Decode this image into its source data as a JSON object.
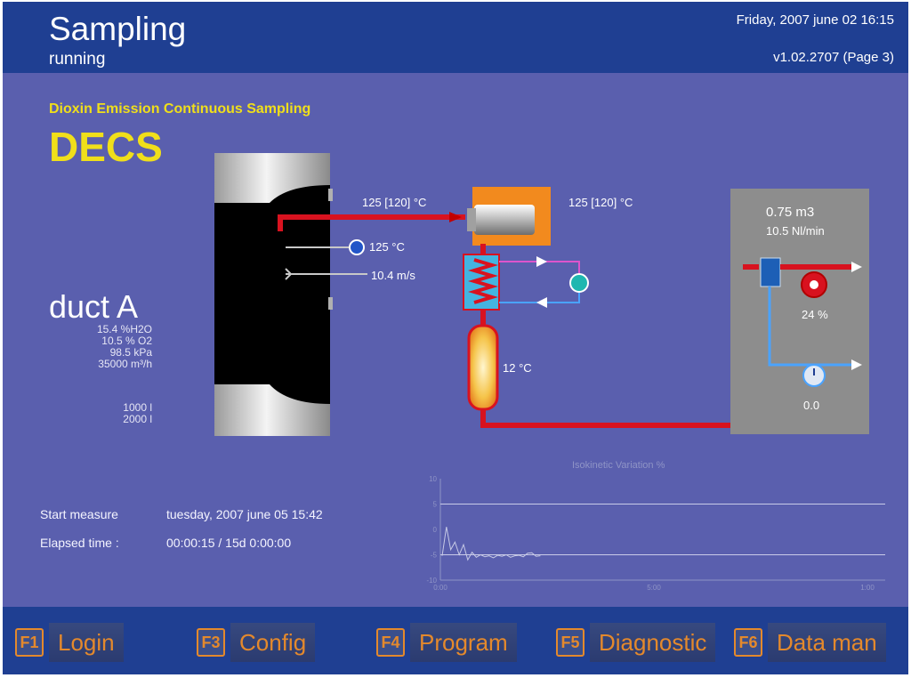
{
  "header": {
    "title": "Sampling",
    "status": "running",
    "datetime": "Friday, 2007 june 02  16:15",
    "version": "v1.02.2707  (Page 3)"
  },
  "brand": {
    "subtitle": "Dioxin Emission Continuous Sampling",
    "name": "DECS"
  },
  "duct": {
    "name": "duct A",
    "humidity": "15.4 %H2O",
    "oxygen": "10.5  % O2",
    "pressure": "98.5  kPa",
    "flow": "35000 m³/h",
    "vol1": "1000 l",
    "vol2": "2000 l"
  },
  "diagram": {
    "probe_temp": "125  [120] °C",
    "filter_temp": "125  [120] °C",
    "duct_temp": "125 °C",
    "duct_speed": "10.4 m/s",
    "cartridge_temp": "12 °C",
    "volume": "0.75 m3",
    "flow_rate": "10.5  Nl/min",
    "pump_pct": "24 %",
    "gauge_value": "0.0"
  },
  "measure": {
    "start_label": "Start measure",
    "start_value": "tuesday, 2007 june 05 15:42",
    "elapsed_label": "Elapsed time :",
    "elapsed_value": "00:00:15  /  15d 0:00:00"
  },
  "chart_data": {
    "type": "line",
    "title": "Isokinetic Variation %",
    "ylim": [
      -10,
      10
    ],
    "x_tick_labels": [
      "0:00",
      "5:00",
      "1:00"
    ],
    "y_tick_labels": [
      "10",
      "5",
      "0",
      "-5",
      "-10"
    ],
    "series": [
      {
        "values": [
          -5.2,
          0.5,
          -4.0,
          -2.5,
          -5.0,
          -3.0,
          -6.0,
          -4.5,
          -5.5,
          -5.0,
          -5.4,
          -5.2,
          -5.6,
          -5.1,
          -5.3,
          -5.0,
          -5.5,
          -5.2,
          -5.1,
          -5.4,
          -4.7,
          -4.6,
          -5.3,
          -5.2
        ]
      }
    ]
  },
  "footer": {
    "keys": [
      {
        "key": "F1",
        "label": "Login"
      },
      {
        "key": "F3",
        "label": "Config"
      },
      {
        "key": "F4",
        "label": "Program"
      },
      {
        "key": "F5",
        "label": "Diagnostic"
      },
      {
        "key": "F6",
        "label": "Data man"
      }
    ]
  },
  "colors": {
    "background": "#5a5fae",
    "header": "#1f3f92",
    "brand": "#f0df1a",
    "pipe": "#d8121f",
    "heater": "#f28a1e",
    "fkey": "#e4892c",
    "panel": "#8d8d8d"
  }
}
